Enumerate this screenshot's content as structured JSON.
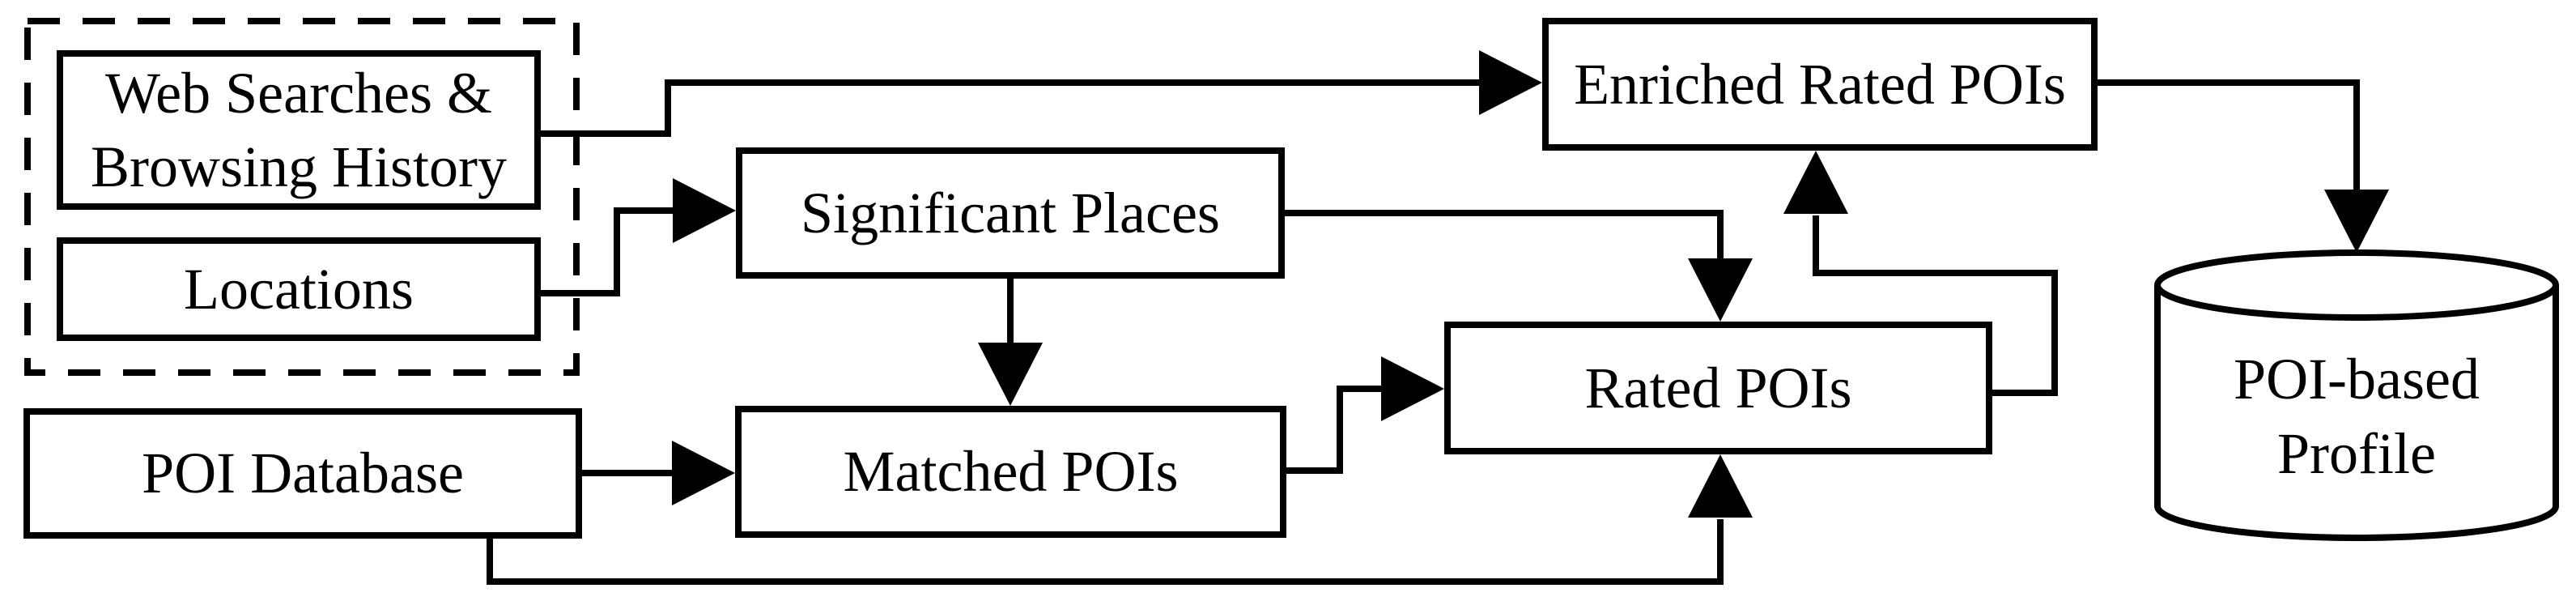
{
  "diagram": {
    "background_color": "#ffffff",
    "line_color": "#000000",
    "shape_fill_color": "#ffffff",
    "nodes": [
      {
        "id": "web-searches",
        "label": "Web Searches &\nBrowsing History",
        "shape": "rect",
        "group": "dashed-inputs"
      },
      {
        "id": "locations",
        "label": "Locations",
        "shape": "rect",
        "group": "dashed-inputs"
      },
      {
        "id": "significant-places",
        "label": "Significant Places",
        "shape": "rect"
      },
      {
        "id": "poi-database",
        "label": "POI Database",
        "shape": "rect"
      },
      {
        "id": "matched-pois",
        "label": "Matched POIs",
        "shape": "rect"
      },
      {
        "id": "rated-pois",
        "label": "Rated POIs",
        "shape": "rect"
      },
      {
        "id": "enriched-rated-pois",
        "label": "Enriched Rated POIs",
        "shape": "rect"
      },
      {
        "id": "poi-based-profile",
        "label": "POI-based\nProfile",
        "shape": "cylinder"
      }
    ],
    "edges": [
      {
        "from": "web-searches",
        "to": "enriched-rated-pois"
      },
      {
        "from": "locations",
        "to": "significant-places"
      },
      {
        "from": "significant-places",
        "to": "matched-pois"
      },
      {
        "from": "significant-places",
        "to": "rated-pois"
      },
      {
        "from": "poi-database",
        "to": "matched-pois"
      },
      {
        "from": "matched-pois",
        "to": "rated-pois"
      },
      {
        "from": "rated-pois",
        "to": "enriched-rated-pois"
      },
      {
        "from": "poi-database",
        "to": "rated-pois"
      },
      {
        "from": "enriched-rated-pois",
        "to": "poi-based-profile"
      }
    ]
  }
}
